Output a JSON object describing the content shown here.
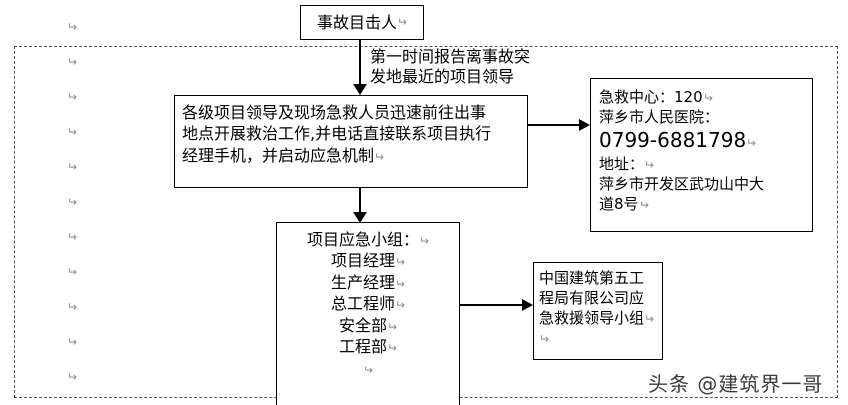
{
  "document": {
    "boundary_style": "dashed",
    "boundary_color": "#555555",
    "background": "#ffffff",
    "line_color": "#000000"
  },
  "paragraph_mark": "↵",
  "margin_marks": [
    "↵",
    "↵",
    "↵",
    "↵",
    "↵",
    "↵",
    "↵",
    "↵",
    "↵",
    "↵",
    "↵"
  ],
  "boxes": {
    "witness": {
      "text": "事故目击人",
      "mark": "↵"
    },
    "process": {
      "line1": "各级项目领导及现场急救人员迅速前往出事",
      "line2": "地点开展救治工作,并电话直接联系项目执行",
      "line3": "经理手机，并启动应急机制",
      "mark": "↵"
    },
    "hospital": {
      "line1": "急救中心：120",
      "line2": "萍乡市人民医院：",
      "phone": "0799-6881798",
      "line4": "地址：",
      "line5": "萍乡市开发区武功山中大",
      "line6": "道8号",
      "mark": "↵"
    },
    "team": {
      "title": "项目应急小组：",
      "members": [
        "项目经理",
        "生产经理",
        "总工程师",
        "安全部",
        "工程部"
      ],
      "mark": "↵"
    },
    "cscec": {
      "line1": "中国建筑第五工",
      "line2": "程局有限公司应",
      "line3": "急救援领导小组",
      "mark": "↵"
    }
  },
  "connectors": {
    "witness_to_process_label_line1": "第一时间报告离事故突",
    "witness_to_process_label_line2": "发地最近的项目领导",
    "label_mark": "↵"
  },
  "watermark": {
    "text": "头条 @建筑界一哥"
  }
}
